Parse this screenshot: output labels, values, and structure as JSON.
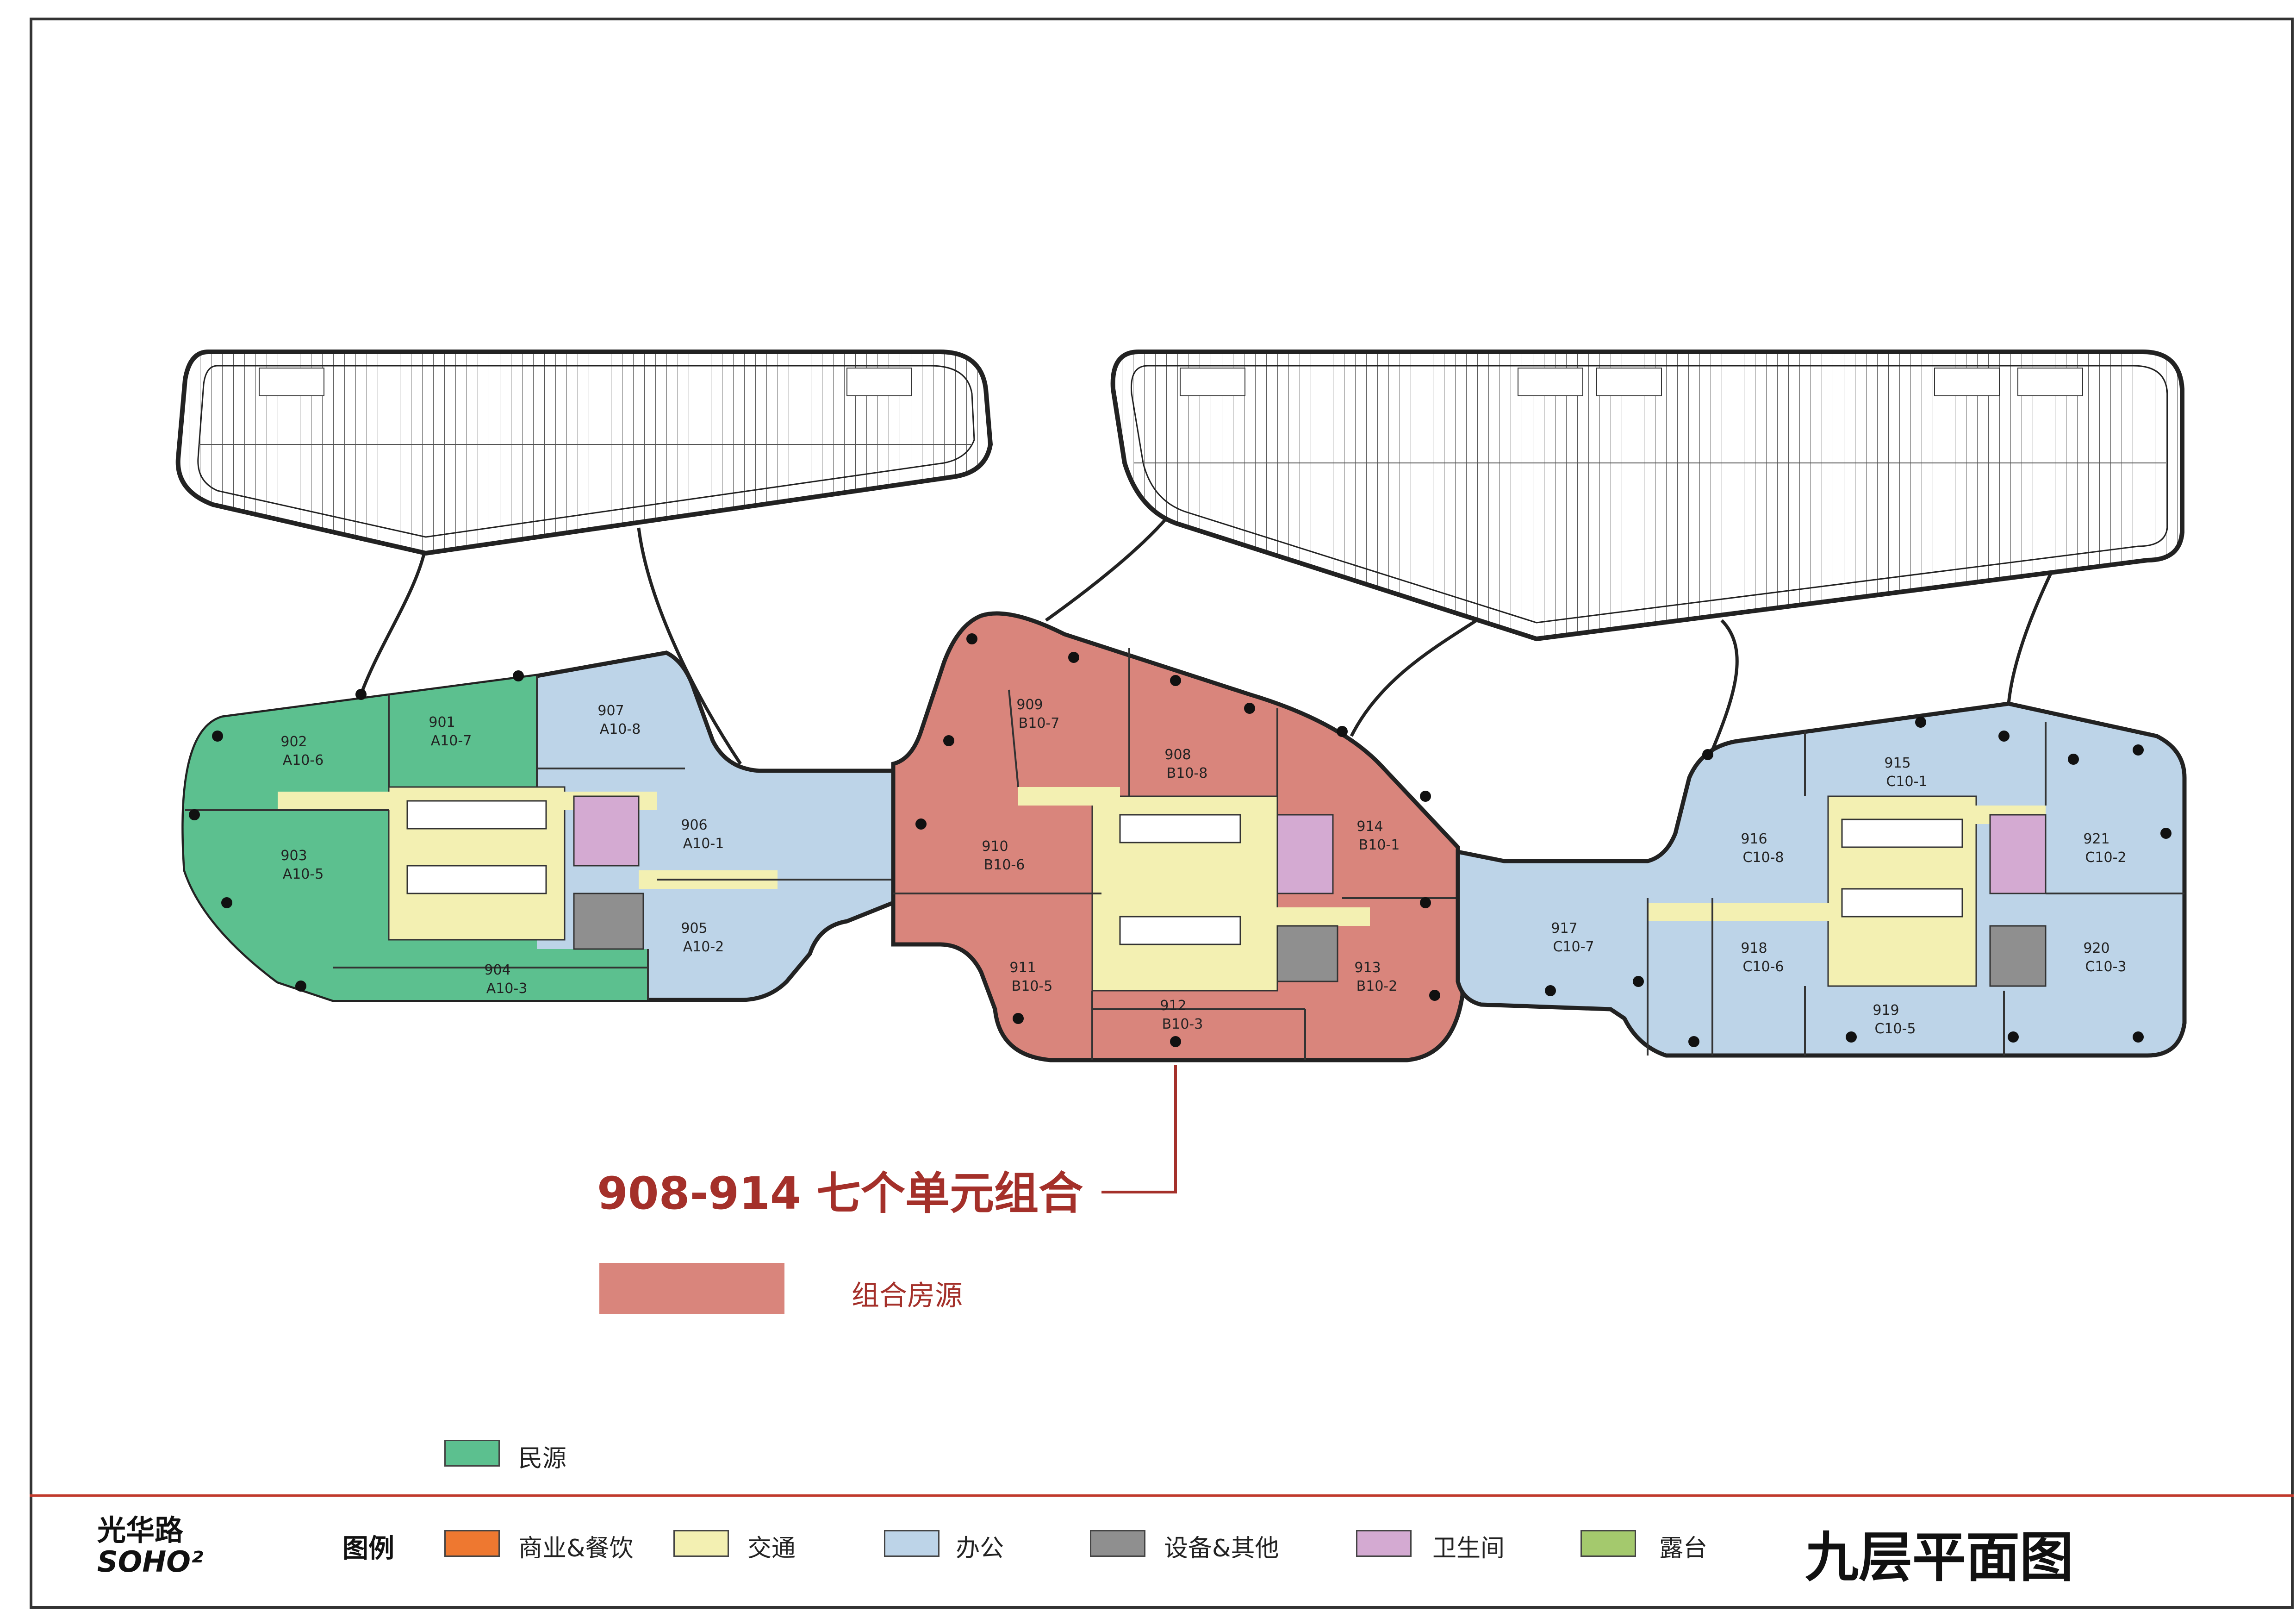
{
  "logo": {
    "line1": "光华路",
    "line2": "SOHO²"
  },
  "floor_title": "九层平面图",
  "combo": {
    "title": "908-914  七个单元组合",
    "legend_label": "组合房源",
    "color": "#d9857c"
  },
  "colors": {
    "green": "#5cc08f",
    "red": "#d9857c",
    "blue": "#bdd4e8",
    "yellow": "#f3f0b2",
    "gray": "#8f8f8f",
    "pink": "#d4aad2",
    "terrace": "#a4c96d",
    "commerce": "#ee7830"
  },
  "units": [
    {
      "num": "902",
      "code": "A10-6"
    },
    {
      "num": "901",
      "code": "A10-7"
    },
    {
      "num": "907",
      "code": "A10-8"
    },
    {
      "num": "903",
      "code": "A10-5"
    },
    {
      "num": "906",
      "code": "A10-1"
    },
    {
      "num": "905",
      "code": "A10-2"
    },
    {
      "num": "904",
      "code": "A10-3"
    },
    {
      "num": "909",
      "code": "B10-7"
    },
    {
      "num": "908",
      "code": "B10-8"
    },
    {
      "num": "910",
      "code": "B10-6"
    },
    {
      "num": "914",
      "code": "B10-1"
    },
    {
      "num": "911",
      "code": "B10-5"
    },
    {
      "num": "913",
      "code": "B10-2"
    },
    {
      "num": "912",
      "code": "B10-3"
    },
    {
      "num": "917",
      "code": "C10-7"
    },
    {
      "num": "915",
      "code": "C10-1"
    },
    {
      "num": "916",
      "code": "C10-8"
    },
    {
      "num": "921",
      "code": "C10-2"
    },
    {
      "num": "918",
      "code": "C10-6"
    },
    {
      "num": "920",
      "code": "C10-3"
    },
    {
      "num": "919",
      "code": "C10-5"
    }
  ],
  "legend": {
    "heading": "图例",
    "minyuan": "民源",
    "items": [
      {
        "label": "商业&餐饮",
        "color": "#ee7830"
      },
      {
        "label": "交通",
        "color": "#f3f0b2"
      },
      {
        "label": "办公",
        "color": "#bdd4e8"
      },
      {
        "label": "设备&其他",
        "color": "#8f8f8f"
      },
      {
        "label": "卫生间",
        "color": "#d4aad2"
      },
      {
        "label": "露台",
        "color": "#a4c96d"
      }
    ]
  }
}
